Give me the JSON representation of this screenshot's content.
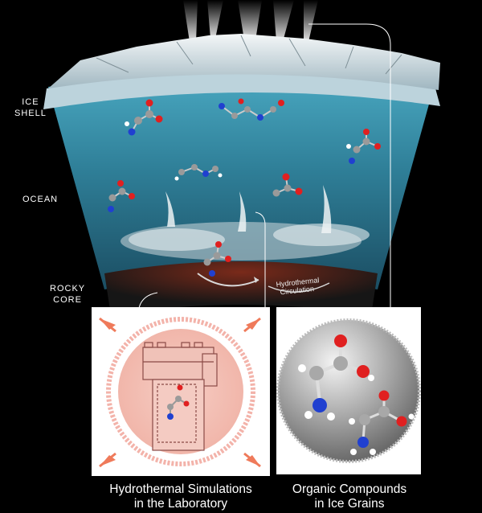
{
  "layers": {
    "ice_shell": [
      "ICE",
      "SHELL"
    ],
    "ocean": "OCEAN",
    "rocky_core": [
      "ROCKY",
      "CORE"
    ]
  },
  "circulation_label": [
    "Hydrothermal",
    "Circulation"
  ],
  "panels": {
    "left": {
      "caption": [
        "Hydrothermal Simulations",
        "in the Laboratory"
      ],
      "caption_color": "#ffffff",
      "accent_color": "#f08060"
    },
    "right": {
      "caption": [
        "Organic Compounds",
        "in Ice Grains"
      ],
      "caption_color": "#ffffff"
    }
  },
  "colors": {
    "background": "#000000",
    "ocean": "#3b8ea6",
    "ice": "#dfe6ea",
    "core": "#2a2a2a",
    "oxygen": "#e02020",
    "nitrogen": "#2040d0",
    "carbon": "#9a9a9a",
    "hydrogen": "#ffffff"
  },
  "icons": [
    "water-plume-icon",
    "molecule-icon",
    "pressure-arrow-icon",
    "reactor-vessel-icon"
  ]
}
